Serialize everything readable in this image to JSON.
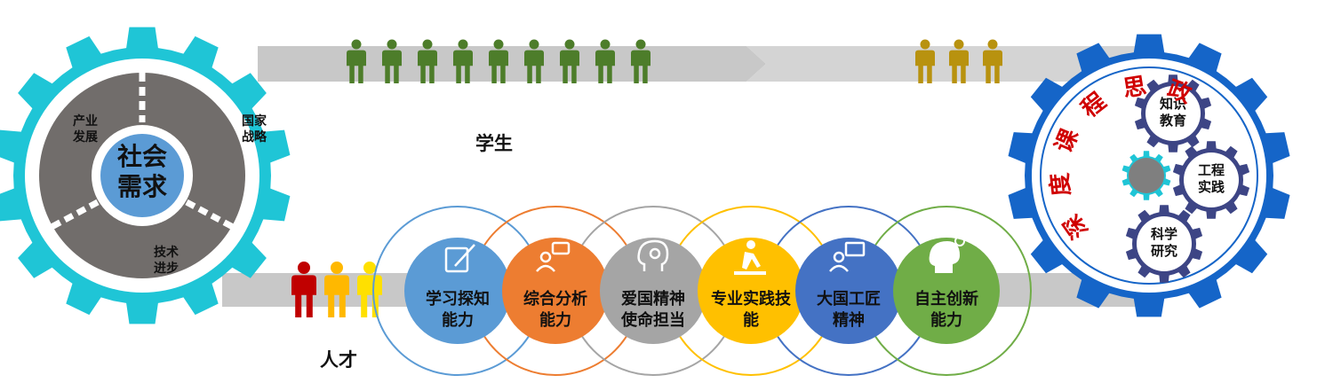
{
  "gear_left": {
    "core_line1": "社会",
    "core_line2": "需求",
    "seg_industry_1": "产业",
    "seg_industry_2": "发展",
    "seg_strategy_1": "国家",
    "seg_strategy_2": "战略",
    "seg_tech_1": "技术",
    "seg_tech_2": "进步"
  },
  "labels": {
    "students": "学生",
    "talent": "人才"
  },
  "abilities": [
    {
      "line1": "学习探知",
      "line2": "能力",
      "color": "#5b9bd5",
      "icon": "pencil-doc-icon"
    },
    {
      "line1": "综合分析",
      "line2": "能力",
      "color": "#ed7d31",
      "icon": "analysis-person-icon"
    },
    {
      "line1": "爱国精神",
      "line2": "使命担当",
      "color": "#a5a5a5",
      "icon": "head-gear-icon"
    },
    {
      "line1": "专业实践技",
      "line2": "能",
      "color": "#ffc000",
      "icon": "worker-shovel-icon"
    },
    {
      "line1": "大国工匠",
      "line2": "精神",
      "color": "#4472c4",
      "icon": "presenter-board-icon"
    },
    {
      "line1": "自主创新",
      "line2": "能力",
      "color": "#70ad47",
      "icon": "head-bulb-icon"
    }
  ],
  "gear_right": {
    "arc_title": "深度课程思政",
    "g1_line1": "知识",
    "g1_line2": "教育",
    "g2_line1": "工程",
    "g2_line2": "实践",
    "g3_line1": "科学",
    "g3_line2": "研究"
  },
  "colors": {
    "left_gear": "#1fc5d6",
    "left_inner": "#716d6b",
    "core": "#5b9bd5",
    "right_gear": "#1565c8",
    "small_gear": "#3d4585",
    "center_gear": "#7f7f7f",
    "green_figure": "#4d7d2a",
    "gold_figure": "#b8920f",
    "red_figure": "#c00000",
    "orange_figure": "#ffb800",
    "yellow_figure": "#ffe000",
    "arrow": "#c8c8c8",
    "red_text": "#d00000"
  }
}
